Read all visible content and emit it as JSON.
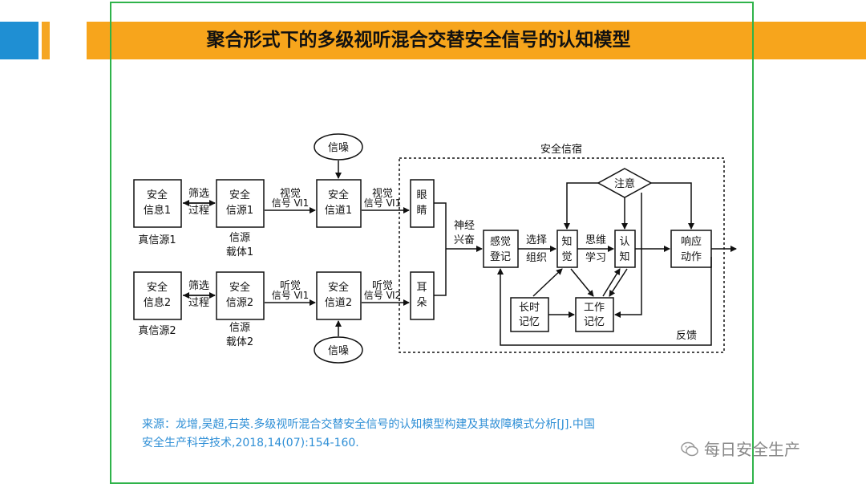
{
  "title": "聚合形式下的多级视听混合交替安全信号的认知模型",
  "diagram": {
    "safety_hostel_label": "安全信宿",
    "nodes": {
      "info1_l1": "安全",
      "info1_l2": "信息1",
      "info2_l1": "安全",
      "info2_l2": "信息2",
      "filter1_l1": "筛选",
      "filter1_l2": "过程",
      "filter2_l1": "筛选",
      "filter2_l2": "过程",
      "src1_l1": "安全",
      "src1_l2": "信源1",
      "src2_l1": "安全",
      "src2_l2": "信源2",
      "visual_l1": "视觉",
      "visual_l2": "信号 Ⅵ1",
      "audio_l1": "听觉",
      "audio_l2": "信号 Ⅵ1",
      "ch1_l1": "安全",
      "ch1_l2": "信道1",
      "ch2_l1": "安全",
      "ch2_l2": "信道2",
      "visual_b_l1": "视觉",
      "visual_b_l2": "信号 Ⅵ1",
      "audio_b_l1": "听觉",
      "audio_b_l2": "信号 Ⅵ2",
      "noise1": "信噪",
      "noise2": "信噪",
      "eye_l1": "眼",
      "eye_l2": "睛",
      "ear_l1": "耳",
      "ear_l2": "朵",
      "nerve_l1": "神经",
      "nerve_l2": "兴奋",
      "sense_l1": "感觉",
      "sense_l2": "登记",
      "select_l1": "选择",
      "select_l2": "组织",
      "perceive_l1": "知",
      "perceive_l2": "觉",
      "think_l1": "思维",
      "think_l2": "学习",
      "cognize_l1": "认",
      "cognize_l2": "知",
      "attention": "注意",
      "response_l1": "响应",
      "response_l2": "动作",
      "longmem_l1": "长时",
      "longmem_l2": "记忆",
      "workmem_l1": "工作",
      "workmem_l2": "记忆",
      "feedback": "反馈",
      "truesrc1": "真信源1",
      "truesrc2": "真信源2",
      "carrier1_l1": "信源",
      "carrier1_l2": "载体1",
      "carrier2_l1": "信源",
      "carrier2_l2": "载体2"
    }
  },
  "source_line1": "来源：龙增,吴超,石英.多级视听混合交替安全信号的认知模型构建及其故障模式分析[J].中国",
  "source_line2": "安全生产科学技术,2018,14(07):154-160.",
  "watermark": "每日安全生产",
  "colors": {
    "title_bar": "#f7a51c",
    "blue_block": "#1f8fd3",
    "frame": "#2fb34a",
    "source_text": "#2f8fd6"
  }
}
